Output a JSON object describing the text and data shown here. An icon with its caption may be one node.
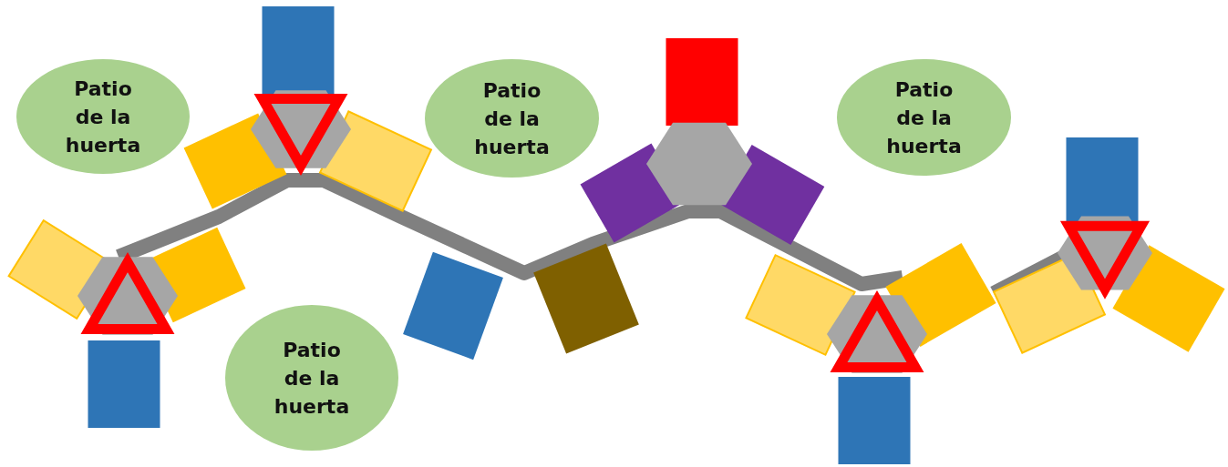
{
  "diagram": {
    "nodes": [
      {
        "text": [
          "Patio de la huerta"
        ]
      },
      {
        "text": [
          "Patio de la huerta"
        ]
      },
      {
        "text": [
          "Patio de la huerta"
        ]
      },
      {
        "text": [
          "Patio de la huerta"
        ]
      }
    ]
  }
}
